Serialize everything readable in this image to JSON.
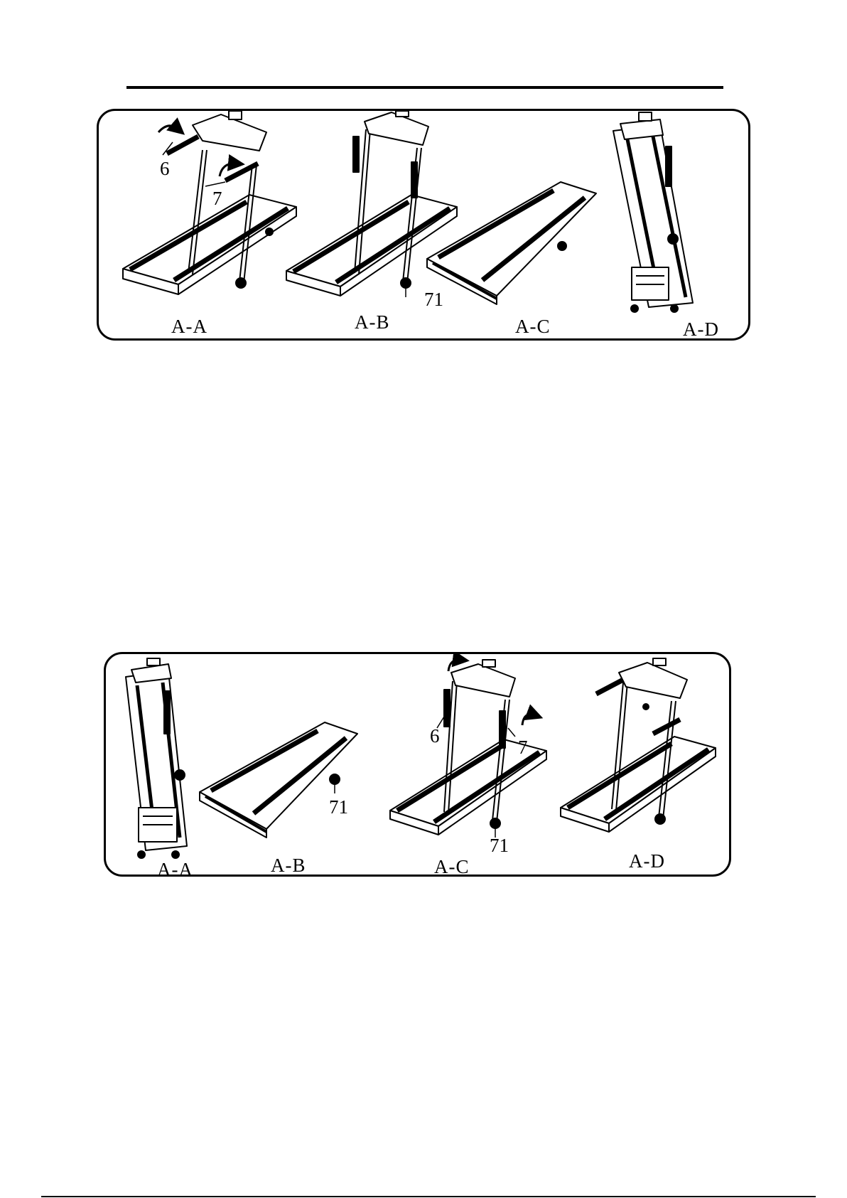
{
  "figure1": {
    "stage_labels": [
      "A-A",
      "A-B",
      "A-C",
      "A-D"
    ],
    "callouts": {
      "left_handle": "6",
      "right_handle": "7",
      "wheel": "71"
    }
  },
  "figure2": {
    "stage_labels": [
      "A-A",
      "A-B",
      "A-C",
      "A-D"
    ],
    "callouts": {
      "left_handle": "6",
      "right_handle": "7",
      "wheel_b": "71",
      "wheel_c": "71"
    }
  },
  "icons": [
    "rotate-arrow-icon",
    "treadmill-illustration"
  ],
  "colors": {
    "ink": "#000000",
    "paper": "#ffffff"
  }
}
